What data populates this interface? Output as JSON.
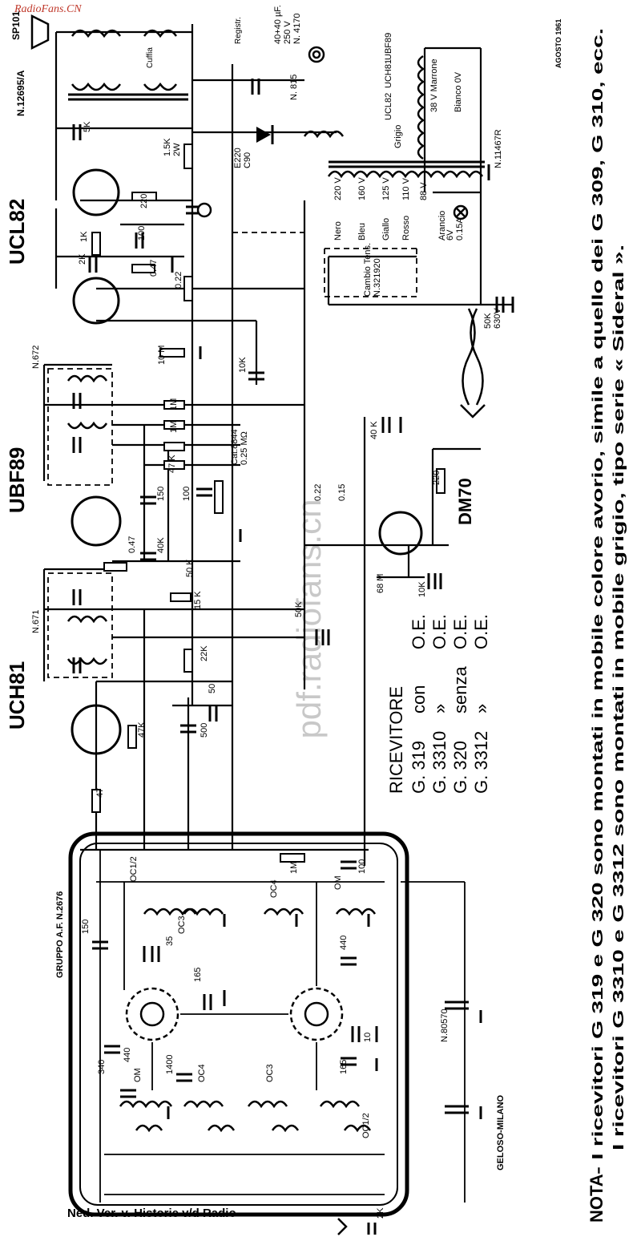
{
  "source": "RadioFans.CN",
  "watermark": "pdf.radiofans.cn",
  "footer": "Ned. Ver. v. Historie v/d Radio",
  "tubes": [
    "UCL82",
    "UBF89",
    "UCH81",
    "DM70"
  ],
  "labels": [
    {
      "id": "tube-ucl82",
      "text": "UCL82"
    },
    {
      "id": "tube-ubf89",
      "text": "UBF89"
    },
    {
      "id": "tube-uch81",
      "text": "UCH81"
    },
    {
      "id": "tube-dm70",
      "text": "DM70"
    },
    {
      "id": "sp101",
      "text": "SP101"
    },
    {
      "id": "n12695a",
      "text": "N.12695/A"
    },
    {
      "id": "cuffia",
      "text": "Cuffia"
    },
    {
      "id": "registr",
      "text": "Registr."
    },
    {
      "id": "cap-4040",
      "text": "40+40 µF."
    },
    {
      "id": "cap-250v",
      "text": "250 V"
    },
    {
      "id": "n4170",
      "text": "N. 4170"
    },
    {
      "id": "n815",
      "text": "N. 815"
    },
    {
      "id": "e220",
      "text": "E220"
    },
    {
      "id": "c90",
      "text": "C90"
    },
    {
      "id": "r-5k",
      "text": "5K"
    },
    {
      "id": "r-15k",
      "text": "1.5K"
    },
    {
      "id": "r-2w",
      "text": "2W"
    },
    {
      "id": "r-220",
      "text": "220"
    },
    {
      "id": "c-100a",
      "text": "100"
    },
    {
      "id": "r-1k",
      "text": "1K"
    },
    {
      "id": "c-2k",
      "text": "2K"
    },
    {
      "id": "r-047a",
      "text": "0.47"
    },
    {
      "id": "r-022",
      "text": "0.22"
    },
    {
      "id": "r-10m",
      "text": "10 M"
    },
    {
      "id": "c-10k",
      "text": "10K"
    },
    {
      "id": "n672",
      "text": "N.672"
    },
    {
      "id": "r-1ma",
      "text": "1M"
    },
    {
      "id": "r-1mb",
      "text": "1M"
    },
    {
      "id": "r-47k",
      "text": "47 K"
    },
    {
      "id": "cat8844",
      "text": "Cat.8844"
    },
    {
      "id": "pot-025",
      "text": "0.25 MΩ"
    },
    {
      "id": "c-150",
      "text": "150"
    },
    {
      "id": "c-100b",
      "text": "100"
    },
    {
      "id": "r-047b",
      "text": "0.47"
    },
    {
      "id": "r-40k",
      "text": "40K"
    },
    {
      "id": "r-50k",
      "text": "50 K"
    },
    {
      "id": "n671",
      "text": "N.671"
    },
    {
      "id": "r-15kb",
      "text": "15 K"
    },
    {
      "id": "c-50k",
      "text": "50K"
    },
    {
      "id": "r-22k",
      "text": "22K"
    },
    {
      "id": "c-50",
      "text": "50"
    },
    {
      "id": "c-500",
      "text": "500"
    },
    {
      "id": "r-47kb",
      "text": "47K"
    },
    {
      "id": "r-47",
      "text": "47"
    },
    {
      "id": "cambio",
      "text": "Cambio Tens."
    },
    {
      "id": "n321920",
      "text": "N.321920"
    },
    {
      "id": "nero",
      "text": "Nero"
    },
    {
      "id": "v220",
      "text": "220 V"
    },
    {
      "id": "bleu",
      "text": "Bleu"
    },
    {
      "id": "v160",
      "text": "160 V"
    },
    {
      "id": "giallo",
      "text": "Giallo"
    },
    {
      "id": "v125",
      "text": "125 V"
    },
    {
      "id": "rosso",
      "text": "Rosso"
    },
    {
      "id": "v110",
      "text": "110 V"
    },
    {
      "id": "v88",
      "text": "88 V"
    },
    {
      "id": "arancio",
      "text": "Arancio"
    },
    {
      "id": "v6",
      "text": "6V"
    },
    {
      "id": "a015",
      "text": "0.15A"
    },
    {
      "id": "grigio",
      "text": "Grigio"
    },
    {
      "id": "ucl82b",
      "text": "UCL82"
    },
    {
      "id": "uch81b",
      "text": "UCH81"
    },
    {
      "id": "ubf89b",
      "text": "UBF89"
    },
    {
      "id": "v38",
      "text": "38 V Marrone"
    },
    {
      "id": "bianco",
      "text": "Bianco 0V"
    },
    {
      "id": "n11467r",
      "text": "N.11467R"
    },
    {
      "id": "agosto",
      "text": "AGOSTO 1961"
    },
    {
      "id": "c-50kb",
      "text": "50K"
    },
    {
      "id": "v630",
      "text": "630V"
    },
    {
      "id": "c-40k",
      "text": "40 K"
    },
    {
      "id": "c-022",
      "text": "0.22"
    },
    {
      "id": "c-015",
      "text": "0.15"
    },
    {
      "id": "r-220b",
      "text": "220"
    },
    {
      "id": "r-68m",
      "text": "68 M"
    },
    {
      "id": "c-10kb",
      "text": "10K"
    },
    {
      "id": "gruppo",
      "text": "GRUPPO A.F. N.2676"
    },
    {
      "id": "oc12a",
      "text": "OC1/2"
    },
    {
      "id": "oc3a",
      "text": "OC3"
    },
    {
      "id": "oc4a",
      "text": "OC4"
    },
    {
      "id": "oma",
      "text": "OM"
    },
    {
      "id": "c-35",
      "text": "35"
    },
    {
      "id": "c-150b",
      "text": "150"
    },
    {
      "id": "r-1mc",
      "text": "1M"
    },
    {
      "id": "c-100c",
      "text": "100"
    },
    {
      "id": "c-440a",
      "text": "440"
    },
    {
      "id": "c-165a",
      "text": "165"
    },
    {
      "id": "c-440b",
      "text": "440"
    },
    {
      "id": "c-10",
      "text": "10"
    },
    {
      "id": "c-165b",
      "text": "165"
    },
    {
      "id": "c-340",
      "text": "340"
    },
    {
      "id": "omb",
      "text": "OM"
    },
    {
      "id": "c-1400",
      "text": "1400"
    },
    {
      "id": "oc4b",
      "text": "OC4"
    },
    {
      "id": "oc3b",
      "text": "OC3"
    },
    {
      "id": "oc12b",
      "text": "OC1/2"
    },
    {
      "id": "n80570",
      "text": "N.80570"
    },
    {
      "id": "geloso",
      "text": "GELOSO-MILANO"
    },
    {
      "id": "c-2kb",
      "text": "2K"
    }
  ],
  "receivers": {
    "header": "RICEVITORE",
    "rows": [
      {
        "model": "G. 319",
        "mode": "con",
        "band": "O.E."
      },
      {
        "model": "G. 3310",
        "mode": "»",
        "band": "O.E."
      },
      {
        "model": "G. 320",
        "mode": "senza",
        "band": "O.E."
      },
      {
        "model": "G. 3312",
        "mode": "»",
        "band": "O.E."
      }
    ]
  },
  "nota": {
    "label": "NOTA",
    "line1": "- I ricevitori G 319 e G 320 sono montati in mobile colore avorio, simile a quello dei G 309, G 310, ecc.",
    "line2": "I ricevitori G 3310 e G 3312 sono montati in mobile grigio, tipo serie « Sideral »."
  }
}
